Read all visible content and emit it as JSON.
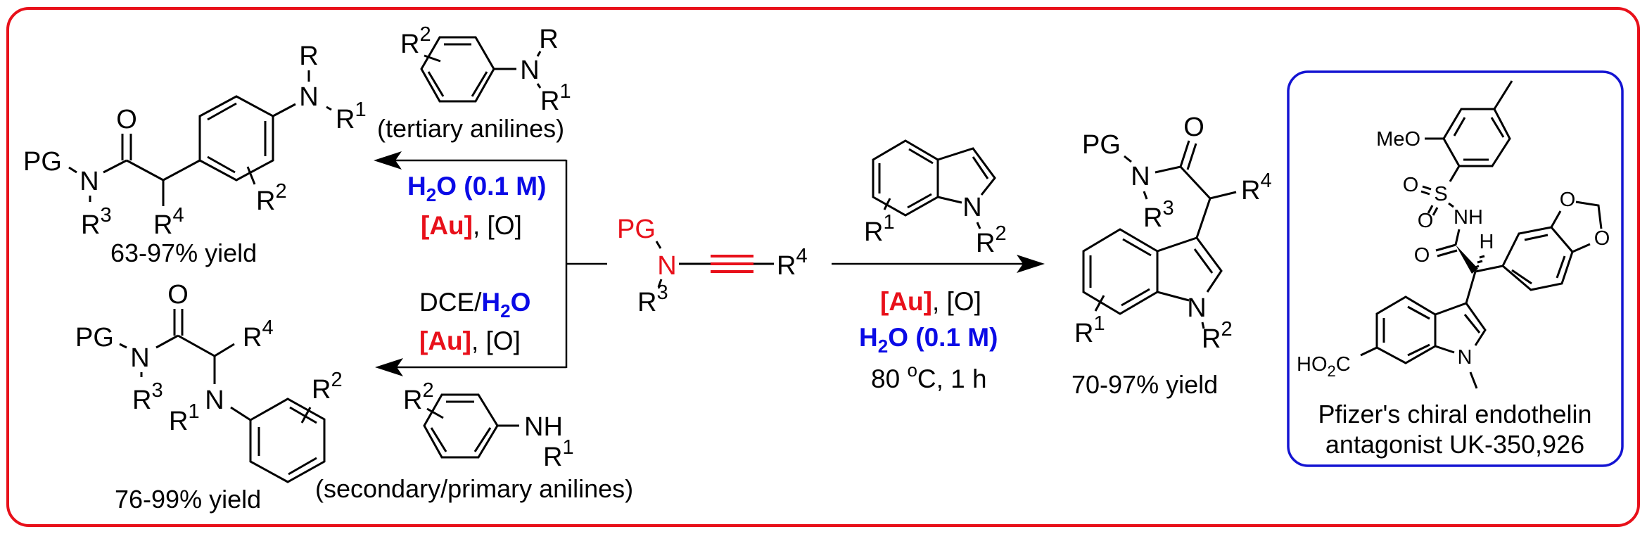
{
  "colors": {
    "frame": "#e8101a",
    "box": "#1414d2",
    "catalyst_red": "#e8101a",
    "water_blue": "#0a0ae6"
  },
  "product_tertiary": {
    "pg": "PG",
    "n_amide": "N",
    "r3": "R",
    "r3_sup": "3",
    "o": "O",
    "r4": "R",
    "r4_sup": "4",
    "n_aryl": "N",
    "r": "R",
    "r1": "R",
    "r1_sup": "1",
    "r2": "R",
    "r2_sup": "2",
    "yield": "63-97% yield"
  },
  "reagent_tertiary": {
    "r2": "R",
    "r2_sup": "2",
    "n": "N",
    "r": "R",
    "r1": "R",
    "r1_sup": "1",
    "caption": "(tertiary anilines)"
  },
  "conditions_top": {
    "h": "H",
    "sub": "2",
    "rest": "O (0.1 M)",
    "au": "[Au]",
    "o": ", [O]"
  },
  "conditions_bottom": {
    "dce": "DCE/",
    "h": "H",
    "sub": "2",
    "o_water": "O",
    "au": "[Au]",
    "o": ", [O]"
  },
  "reagent_secondary": {
    "r2": "R",
    "r2_sup": "2",
    "nh": "NH",
    "r1": "R",
    "r1_sup": "1",
    "caption": "(secondary/primary anilines)"
  },
  "product_secondary": {
    "pg": "PG",
    "n_amide": "N",
    "r3": "R",
    "r3_sup": "3",
    "o": "O",
    "r4": "R",
    "r4_sup": "4",
    "n": "N",
    "r1": "R",
    "r1_sup": "1",
    "r2": "R",
    "r2_sup": "2",
    "yield": "76-99% yield"
  },
  "starting_material": {
    "pg": "PG",
    "n": "N",
    "r3": "R",
    "r3_sup": "3",
    "r4": "R",
    "r4_sup": "4"
  },
  "reagent_indole": {
    "n": "N",
    "r1": "R",
    "r1_sup": "1",
    "r2": "R",
    "r2_sup": "2"
  },
  "conditions_right": {
    "au": "[Au]",
    "o": ", [O]",
    "h": "H",
    "sub": "2",
    "rest": "O (0.1 M)",
    "temp": "80 ",
    "deg": "o",
    "time": "C, 1 h"
  },
  "product_indole": {
    "pg": "PG",
    "n_amide": "N",
    "r3": "R",
    "r3_sup": "3",
    "o": "O",
    "r4": "R",
    "r4_sup": "4",
    "n": "N",
    "r1": "R",
    "r1_sup": "1",
    "r2": "R",
    "r2_sup": "2",
    "yield": "70-97% yield"
  },
  "uk350926": {
    "meo": "MeO",
    "o_s1": "O",
    "s": "S",
    "o_s2": "O",
    "nh": "NH",
    "o_co": "O",
    "h": "H",
    "o_d1": "O",
    "o_d2": "O",
    "n": "N",
    "ho": "HO",
    "ho_sub": "2",
    "c": "C",
    "caption_line1": "Pfizer's chiral endothelin",
    "caption_line2": "antagonist UK-350,926"
  }
}
